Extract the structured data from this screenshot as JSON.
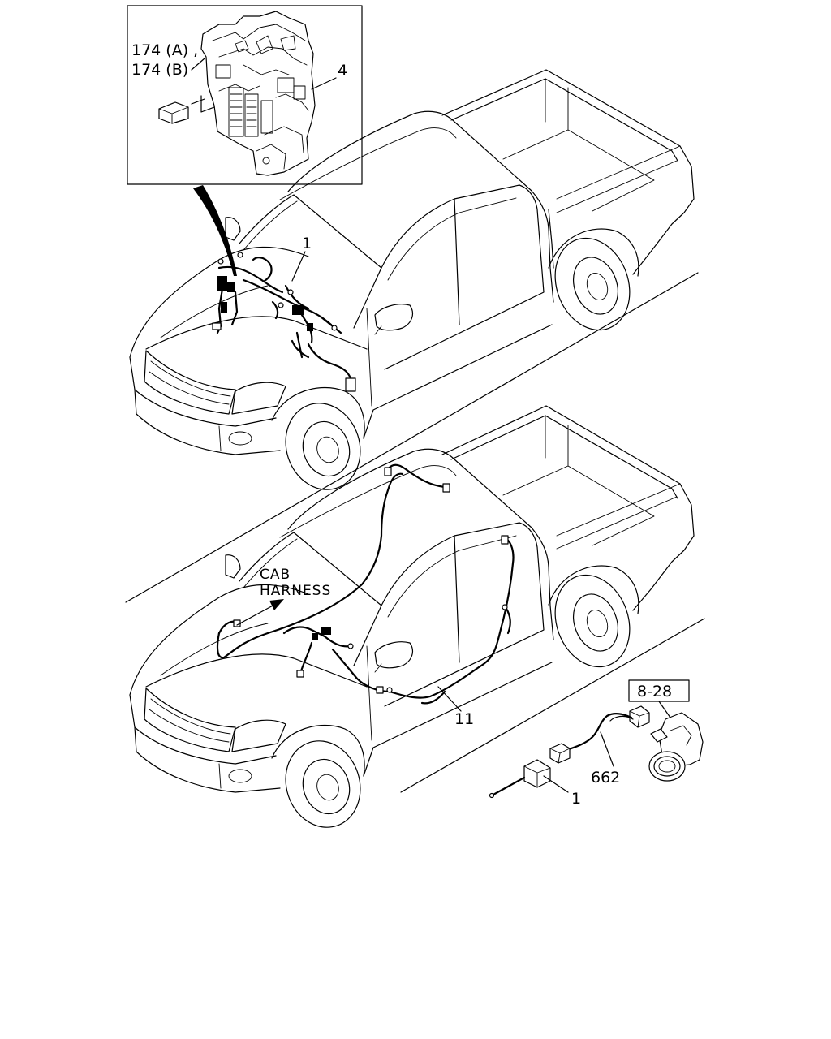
{
  "callouts": {
    "inset_part_a": "174 (A) ,",
    "inset_part_b": "174 (B)",
    "inset_part_4": "4",
    "truck1_part": "1",
    "cab_harness_line1": "CAB",
    "cab_harness_line2": "HARNESS",
    "truck2_part": "11",
    "ref_box": "8-28",
    "detail_part_662": "662",
    "detail_part_1": "1"
  }
}
